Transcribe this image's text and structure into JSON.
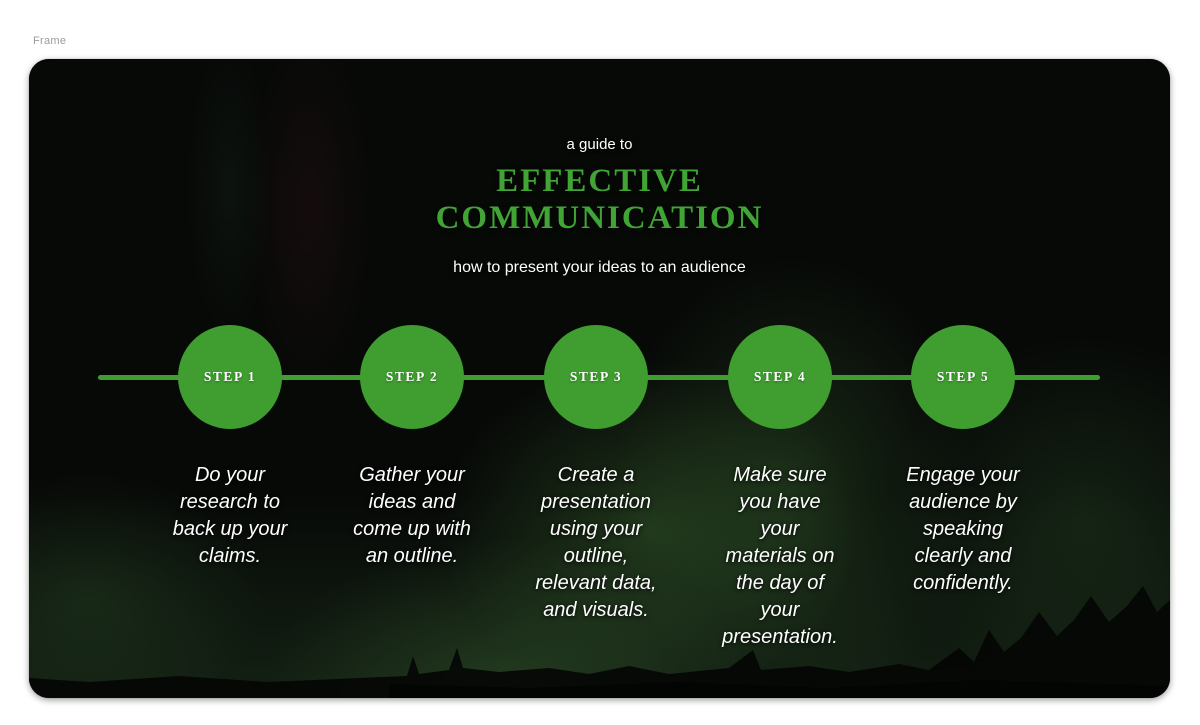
{
  "frame": {
    "label": "Frame"
  },
  "slide": {
    "eyebrow": "a guide to",
    "title": "EFFECTIVE\nCOMMUNICATION",
    "subtitle": "how to present your ideas to an audience",
    "steps": [
      {
        "label": "STEP 1",
        "description": "Do your\nresearch to\nback up your\nclaims."
      },
      {
        "label": "STEP 2",
        "description": "Gather your\nideas and\ncome up with\nan outline."
      },
      {
        "label": "STEP 3",
        "description": "Create a\npresentation\nusing your\noutline,\nrelevant data,\nand visuals."
      },
      {
        "label": "STEP 4",
        "description": "Make sure\nyou have\nyour\nmaterials on\nthe day of\nyour\npresentation."
      },
      {
        "label": "STEP 5",
        "description": "Engage your\naudience by\nspeaking\nclearly and\nconfidently."
      }
    ],
    "colors": {
      "title_green": "#40a535",
      "circle_green": "#3f9e2f",
      "line_green": "#3f9e2f",
      "text_white": "#ffffff",
      "slide_background": "#070907"
    }
  }
}
